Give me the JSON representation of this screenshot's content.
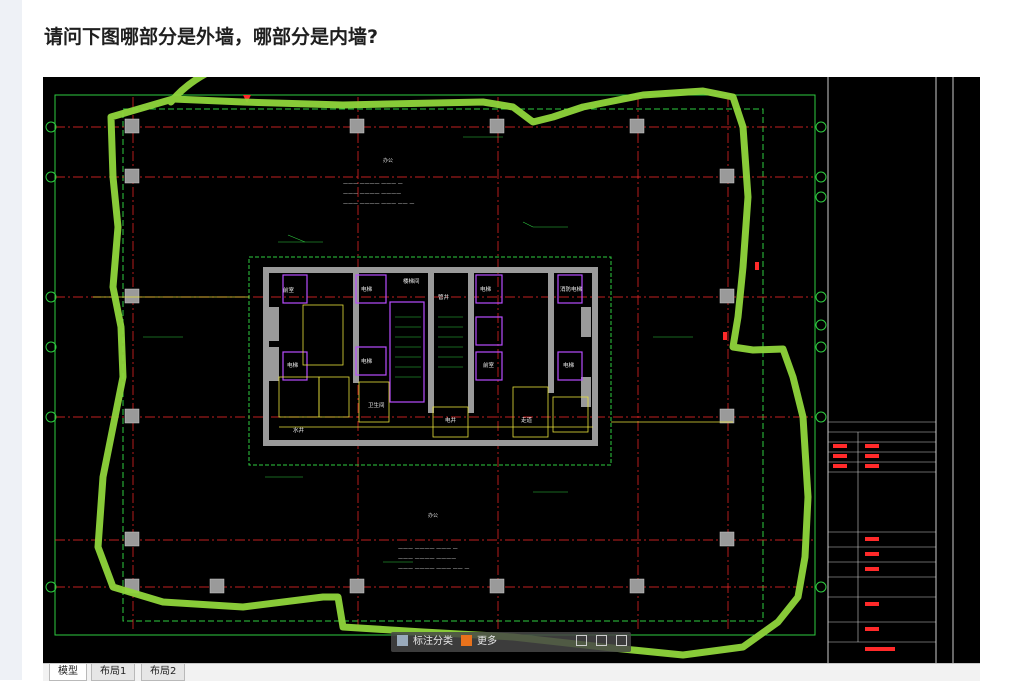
{
  "question": "请问下图哪部分是外墙，哪部分是内墙?",
  "cad": {
    "floatbar": {
      "label1": "标注分类",
      "label2": "更多"
    },
    "tabs": [
      "模型",
      "布局1",
      "布局2"
    ],
    "room_labels": [
      "办公",
      "办公",
      "楼梯间",
      "电梯",
      "电梯",
      "电梯",
      "电梯",
      "前室",
      "卫生间",
      "消防电梯",
      "前室",
      "管井",
      "走道",
      "电井",
      "水井"
    ]
  },
  "colors": {
    "annotation_green": "#8fd53b",
    "cad_background": "#000000",
    "wall_grey": "#9a9a9a",
    "axis_red": "#ff2a2a",
    "line_green": "#2ecc40",
    "line_yellow": "#e8e23a",
    "line_purple": "#b84dff"
  }
}
